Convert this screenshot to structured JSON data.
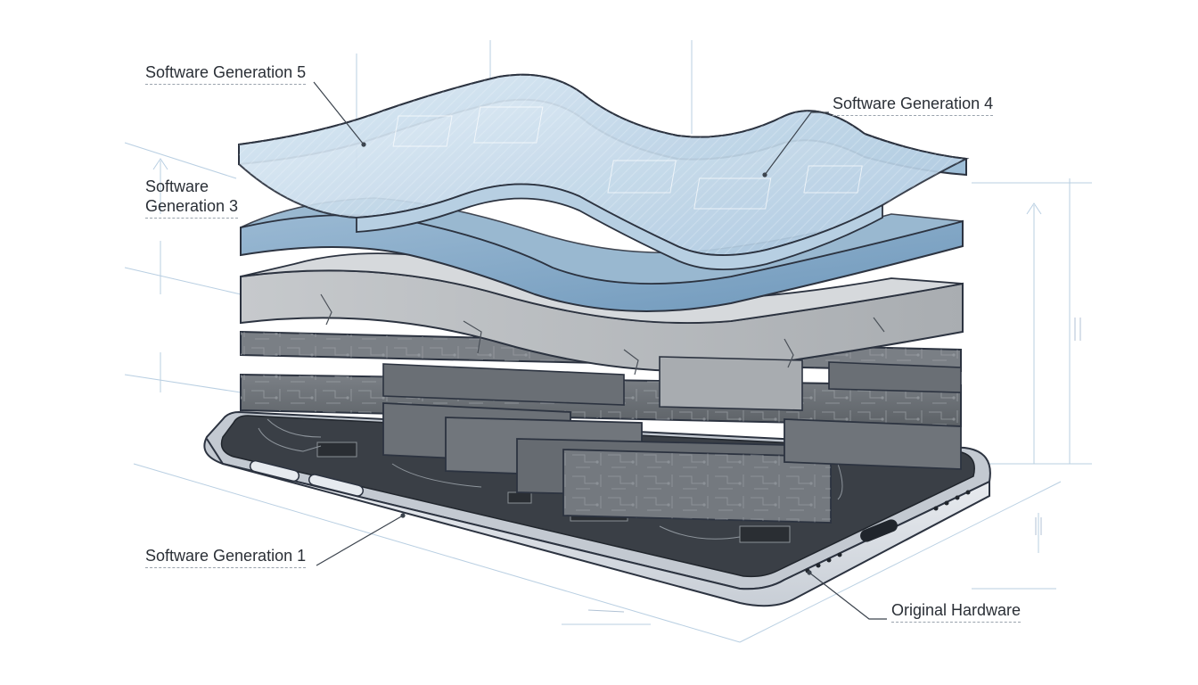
{
  "labels": {
    "gen5": "Software Generation 5",
    "gen4": "Software Generation 4",
    "gen3_line1": "Software",
    "gen3_line2": "Generation 3",
    "gen1": "Software Generation 1",
    "hardware": "Original Hardware"
  },
  "colors": {
    "glass_top": "#c9dcea",
    "glass_mid": "#7fa7c6",
    "concrete": "#b8bcc0",
    "circuit": "#6e7378",
    "phone_frame": "#dde2e8",
    "outline": "#2c3340",
    "guides": "#a9c4dc"
  }
}
